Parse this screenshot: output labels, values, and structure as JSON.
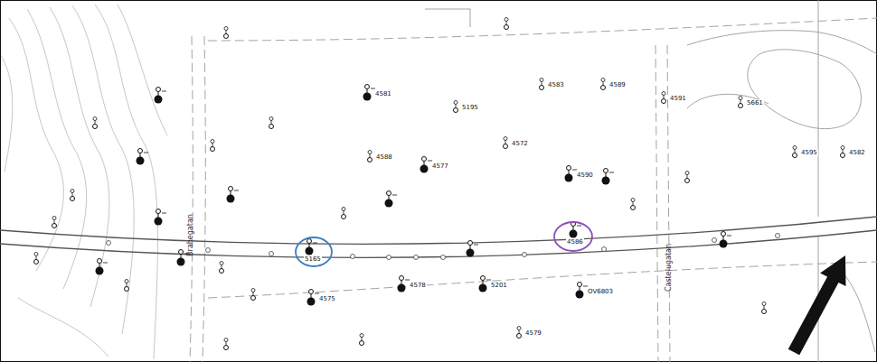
{
  "diagram": {
    "labels": [
      "Brahegatan",
      "Castelugatan",
      "5165",
      "4586",
      "4581",
      "5195",
      "4577",
      "4572",
      "4583",
      "4589",
      "4591",
      "5661",
      "4595",
      "4582",
      "4590",
      "4588",
      "4578",
      "5201",
      "4579",
      "OV6803",
      "4575"
    ]
  }
}
